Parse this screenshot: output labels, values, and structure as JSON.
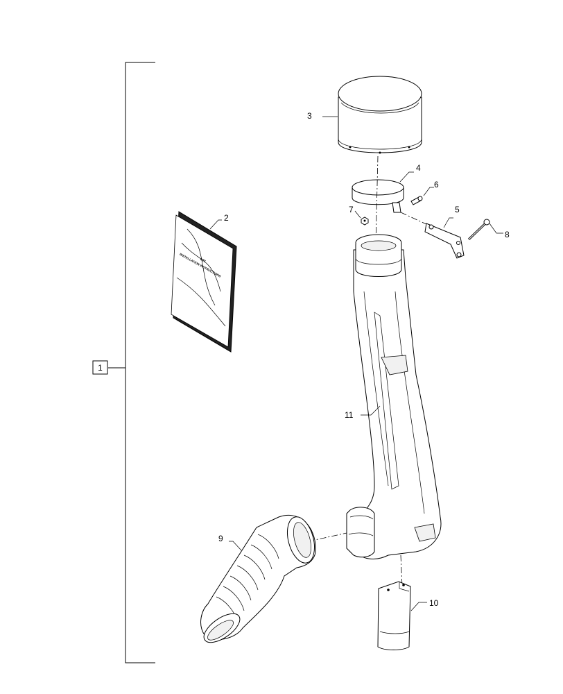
{
  "callouts": {
    "c1": "1",
    "c2": "2",
    "c3": "3",
    "c4": "4",
    "c5": "5",
    "c6": "6",
    "c7": "7",
    "c8": "8",
    "c9": "9",
    "c10": "10",
    "c11": "11"
  },
  "manual": {
    "line1": "KIT",
    "line2": "INSTALLATION INSTRUCTIONS"
  }
}
